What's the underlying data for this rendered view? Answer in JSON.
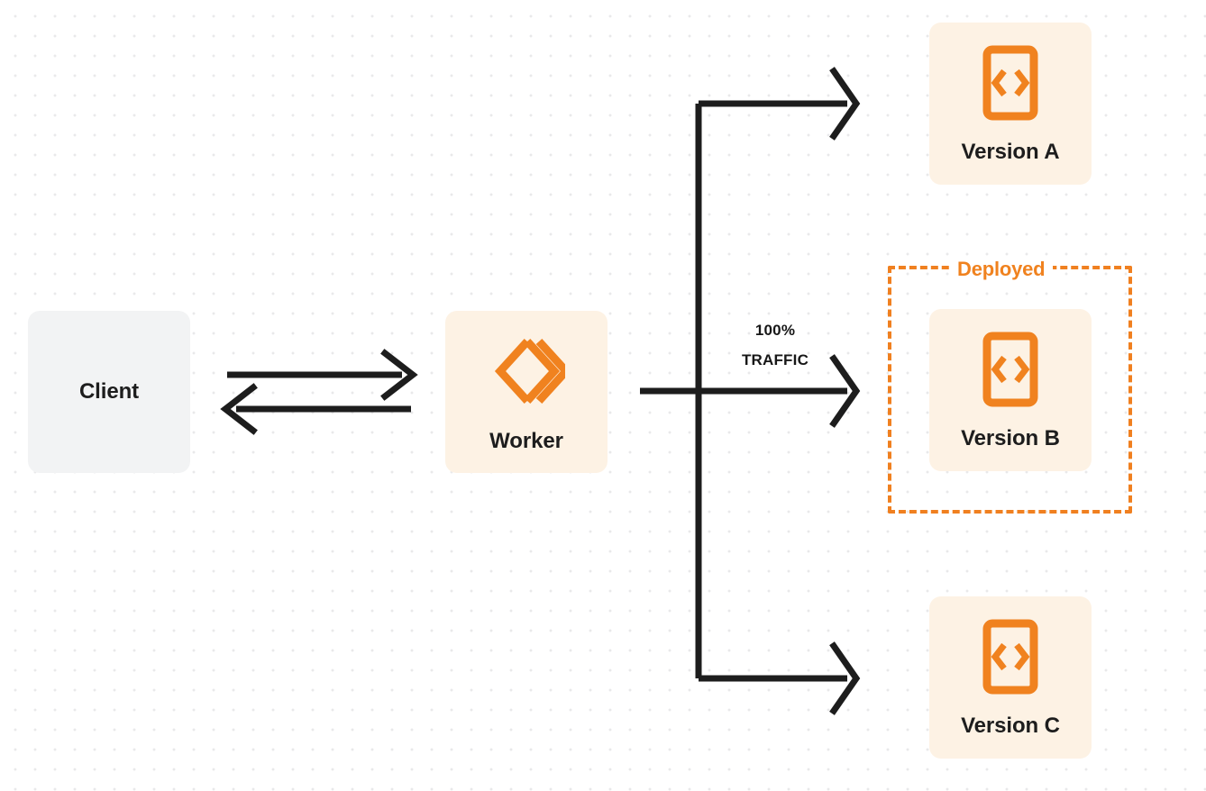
{
  "diagram": {
    "title": "Worker version traffic routing",
    "background": "#ffffff",
    "dot_grid_color": "#e9e9ea",
    "colors": {
      "accent_orange": "#f0821f",
      "node_orange_bg": "#fdf2e4",
      "node_gray_bg": "#f2f3f4",
      "wire": "#1d1d1d",
      "text_dark": "#1d1d1d"
    }
  },
  "nodes": {
    "client": {
      "label": "Client",
      "icon": "none"
    },
    "worker": {
      "label": "Worker",
      "icon": "cloudflare-workers-logo"
    },
    "version_a": {
      "label": "Version A",
      "icon": "code-document-icon"
    },
    "version_b": {
      "label": "Version B",
      "icon": "code-document-icon"
    },
    "version_c": {
      "label": "Version C",
      "icon": "code-document-icon"
    }
  },
  "annotations": {
    "deployed_badge": "Deployed",
    "traffic_percent": "100%",
    "traffic_word": "TRAFFIC"
  },
  "chart_data": {
    "type": "diagram",
    "nodes": [
      "Client",
      "Worker",
      "Version A",
      "Version B",
      "Version C"
    ],
    "edges": [
      {
        "from": "Client",
        "to": "Worker",
        "direction": "right",
        "label": ""
      },
      {
        "from": "Worker",
        "to": "Client",
        "direction": "left",
        "label": ""
      },
      {
        "from": "Worker",
        "to": "Version A",
        "direction": "right",
        "label": ""
      },
      {
        "from": "Worker",
        "to": "Version B",
        "direction": "right",
        "label": "100% TRAFFIC"
      },
      {
        "from": "Worker",
        "to": "Version C",
        "direction": "right",
        "label": ""
      }
    ],
    "groups": [
      {
        "label": "Deployed",
        "members": [
          "Version B"
        ],
        "style": "dashed-orange"
      }
    ]
  }
}
